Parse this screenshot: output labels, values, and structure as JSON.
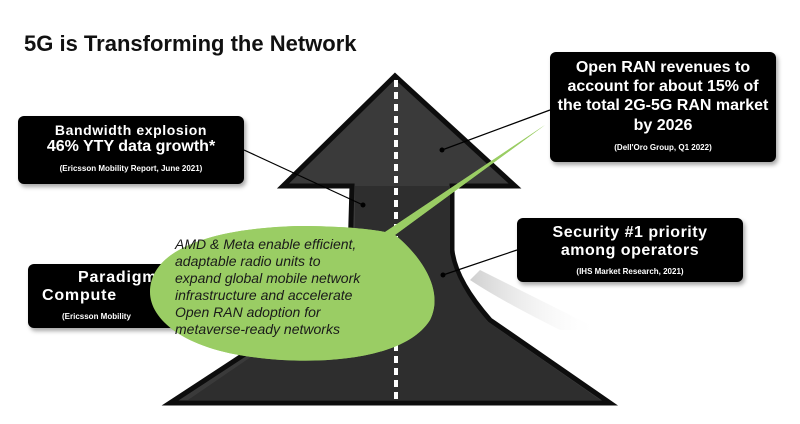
{
  "slide": {
    "title": "5G is Transforming the Network"
  },
  "callouts": {
    "bandwidth": {
      "line1": "Bandwidth explosion",
      "line2": "46% YTY data growth*",
      "source": "(Ericsson Mobility Report, June 2021)"
    },
    "open_ran": {
      "lines": [
        "Open RAN revenues to",
        "account for about 15% of",
        "the total 2G-5G RAN market",
        "by 2026"
      ],
      "source": "(Dell'Oro Group,  Q1 2022)"
    },
    "security": {
      "lines": [
        "Security #1 priority",
        "among operators"
      ],
      "source": "(IHS Market Research, 2021)"
    },
    "paradigm": {
      "lines": [
        "Paradigm",
        "Compute"
      ],
      "source": "(Ericsson Mobility"
    }
  },
  "speech_bubble": {
    "lines": [
      "AMD & Meta enable efficient,",
      "adaptable radio units to",
      "expand global mobile network",
      "infrastructure and accelerate",
      "Open RAN adoption for",
      "metaverse-ready networks"
    ]
  },
  "colors": {
    "road": "#3a3a3a",
    "road_edge": "#0d0d0d",
    "lane_marking": "#ffffff",
    "bubble": "#9acd64",
    "callout_bg": "#000000",
    "callout_text": "#ffffff"
  }
}
